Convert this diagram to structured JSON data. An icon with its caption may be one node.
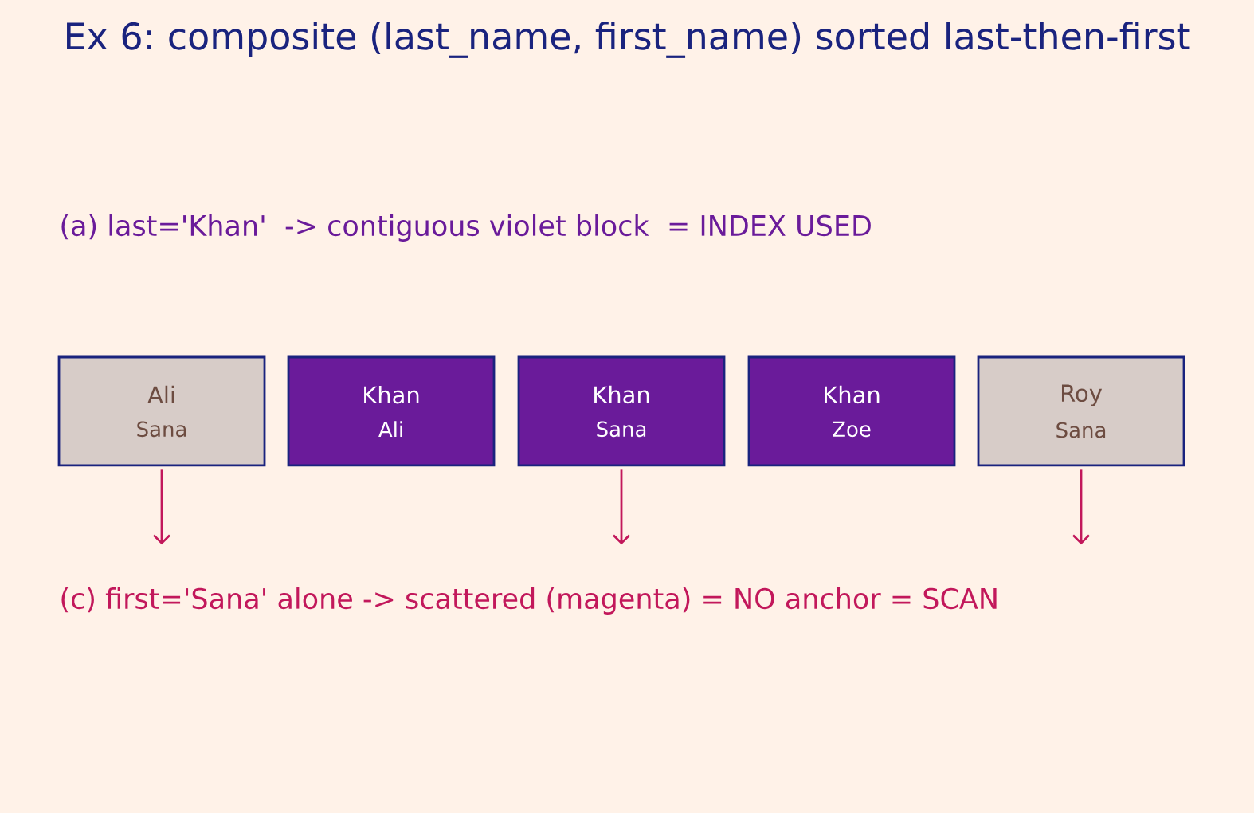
{
  "diagram": {
    "title": "Ex 6: composite (last_name, first_name) sorted last-then-first",
    "nodes": [
      {
        "text": [
          "Ali",
          "Sana"
        ]
      },
      {
        "text": [
          "Khan",
          "Ali"
        ]
      },
      {
        "text": [
          "Khan",
          "Sana"
        ]
      },
      {
        "text": [
          "Khan",
          "Zoe"
        ]
      },
      {
        "text": [
          "Roy",
          "Sana"
        ]
      }
    ],
    "edges": [
      {
        "from": 0,
        "to": null,
        "arrow": "to"
      },
      {
        "from": 2,
        "to": null,
        "arrow": "to"
      },
      {
        "from": 4,
        "to": null,
        "arrow": "to"
      }
    ],
    "labels": [
      "(a) last='Khan'  -> contiguous violet block  = INDEX USED",
      "(c) first='Sana' alone -> scattered (magenta) = NO anchor = SCAN"
    ]
  }
}
